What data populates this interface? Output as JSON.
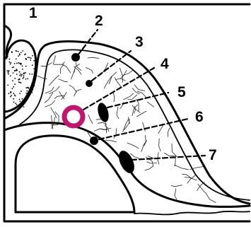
{
  "diagram": {
    "accent_color": "#c0176e",
    "labels": [
      "1",
      "2",
      "3",
      "4",
      "5",
      "6",
      "7"
    ]
  }
}
